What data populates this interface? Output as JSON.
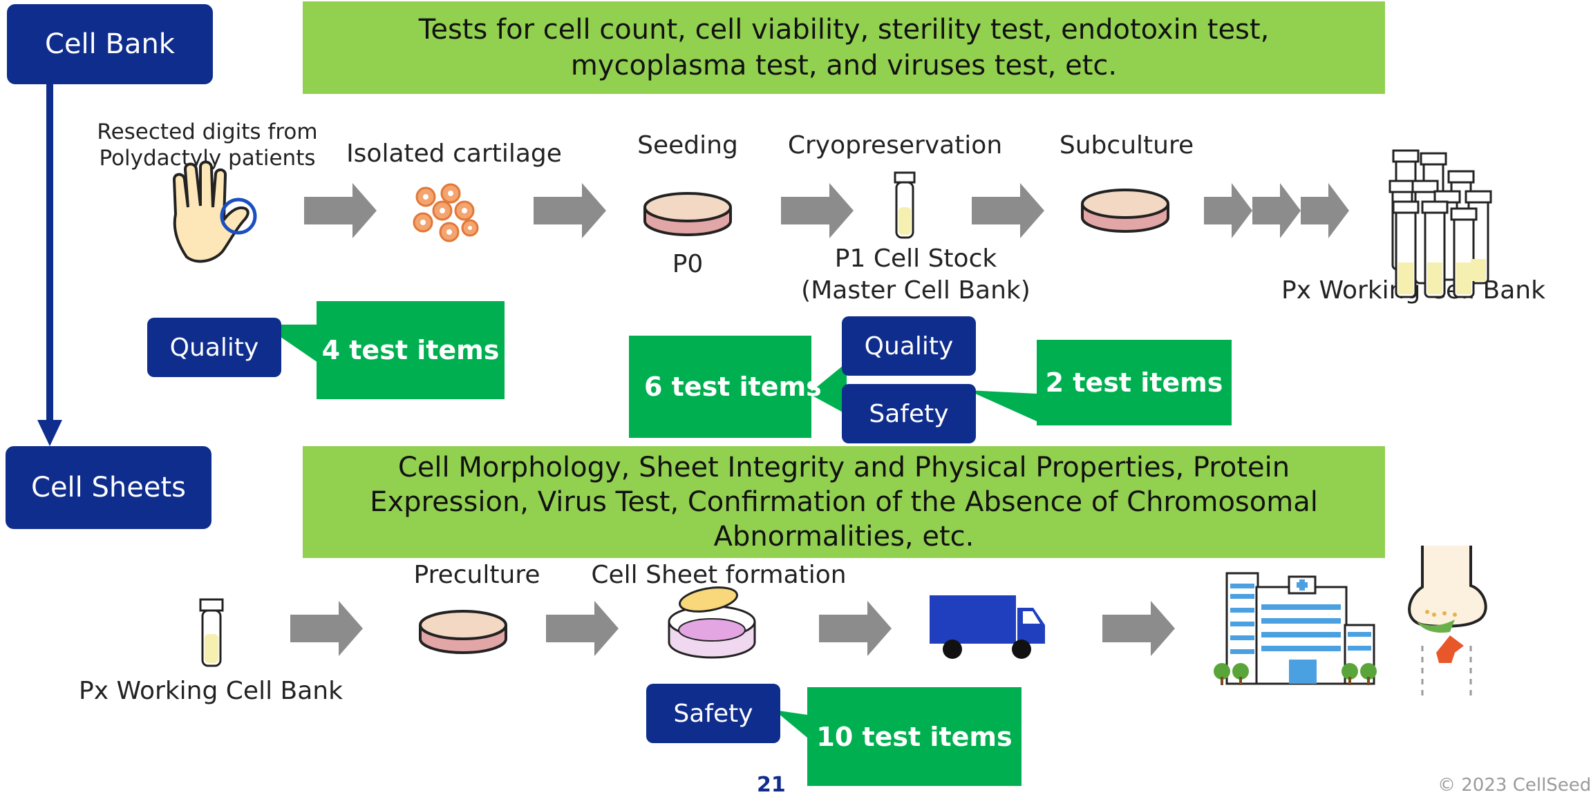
{
  "sections": {
    "cell_bank": "Cell Bank",
    "cell_sheets": "Cell Sheets"
  },
  "banners": {
    "top": [
      "Tests for cell count, cell viability, sterility test, endotoxin test,",
      "mycoplasma test, and viruses test, etc."
    ],
    "bottom": [
      "Cell Morphology, Sheet Integrity and Physical Properties, Protein",
      "Expression, Virus Test, Confirmation of the Absence of Chromosomal",
      "Abnormalities, etc."
    ]
  },
  "top_row": {
    "source": [
      "Resected digits from",
      "Polydactyly patients"
    ],
    "isolated": "Isolated cartilage",
    "seeding": "Seeding",
    "p0": "P0",
    "cryo": "Cryopreservation",
    "p1": [
      "P1 Cell Stock",
      "(Master Cell Bank)"
    ],
    "subculture": "Subculture",
    "working_bank": "Px Working Cell Bank"
  },
  "bottom_row": {
    "working_bank": "Px Working Cell Bank",
    "preculture": "Preculture",
    "sheet_formation": "Cell Sheet formation"
  },
  "callouts": {
    "quality_1": "Quality",
    "items_4": "4 test items",
    "quality_2": "Quality",
    "items_6": "6 test items",
    "safety_1": "Safety",
    "items_2": "2 test items",
    "safety_2": "Safety",
    "items_10": "10 test items"
  },
  "footer": {
    "page": "21",
    "copyright": "© 2023 CellSeed"
  },
  "colors": {
    "navy": "#0f2d8c",
    "banner_green": "#92d050",
    "callout_green": "#00b050",
    "arrow_gray": "#8c8c8c"
  }
}
